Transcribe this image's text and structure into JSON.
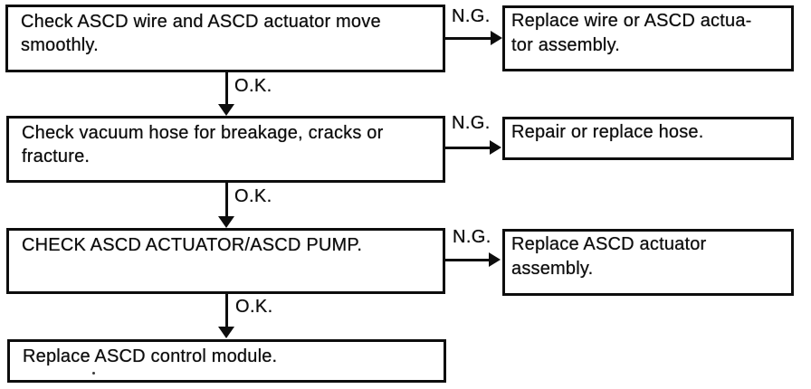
{
  "labels": {
    "ok": "O.K.",
    "ng": "N.G."
  },
  "flow": {
    "steps": [
      {
        "check": "Check ASCD wire and ASCD actuator move\nsmoothly.",
        "ng_action": "Replace wire or ASCD actua-\ntor assembly."
      },
      {
        "check": "Check vacuum hose for breakage, cracks or\nfracture.",
        "ng_action": "Repair or replace hose."
      },
      {
        "check": "CHECK ASCD ACTUATOR/ASCD PUMP.",
        "ng_action": "Replace ASCD actuator\nassembly."
      },
      {
        "final_action": "Replace ASCD control module."
      }
    ]
  },
  "colors": {
    "ink": "#0d0d0d",
    "background": "#ffffff"
  }
}
